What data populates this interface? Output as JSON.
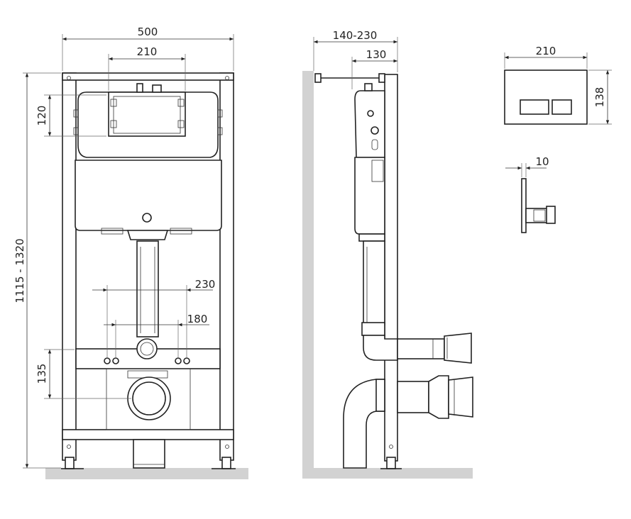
{
  "front_view": {
    "width_label": "500",
    "tank_width_label": "210",
    "height_label": "1115 - 1320",
    "top_offset_label": "120",
    "bolt_outer_label": "230",
    "bolt_inner_label": "180",
    "outlet_height_label": "135"
  },
  "side_view": {
    "depth_label": "140-230",
    "frame_depth_label": "130"
  },
  "flush_plate": {
    "width_label": "210",
    "height_label": "138",
    "thickness_label": "10"
  },
  "colors": {
    "line": "#222222",
    "floor": "#d2d2d2"
  }
}
